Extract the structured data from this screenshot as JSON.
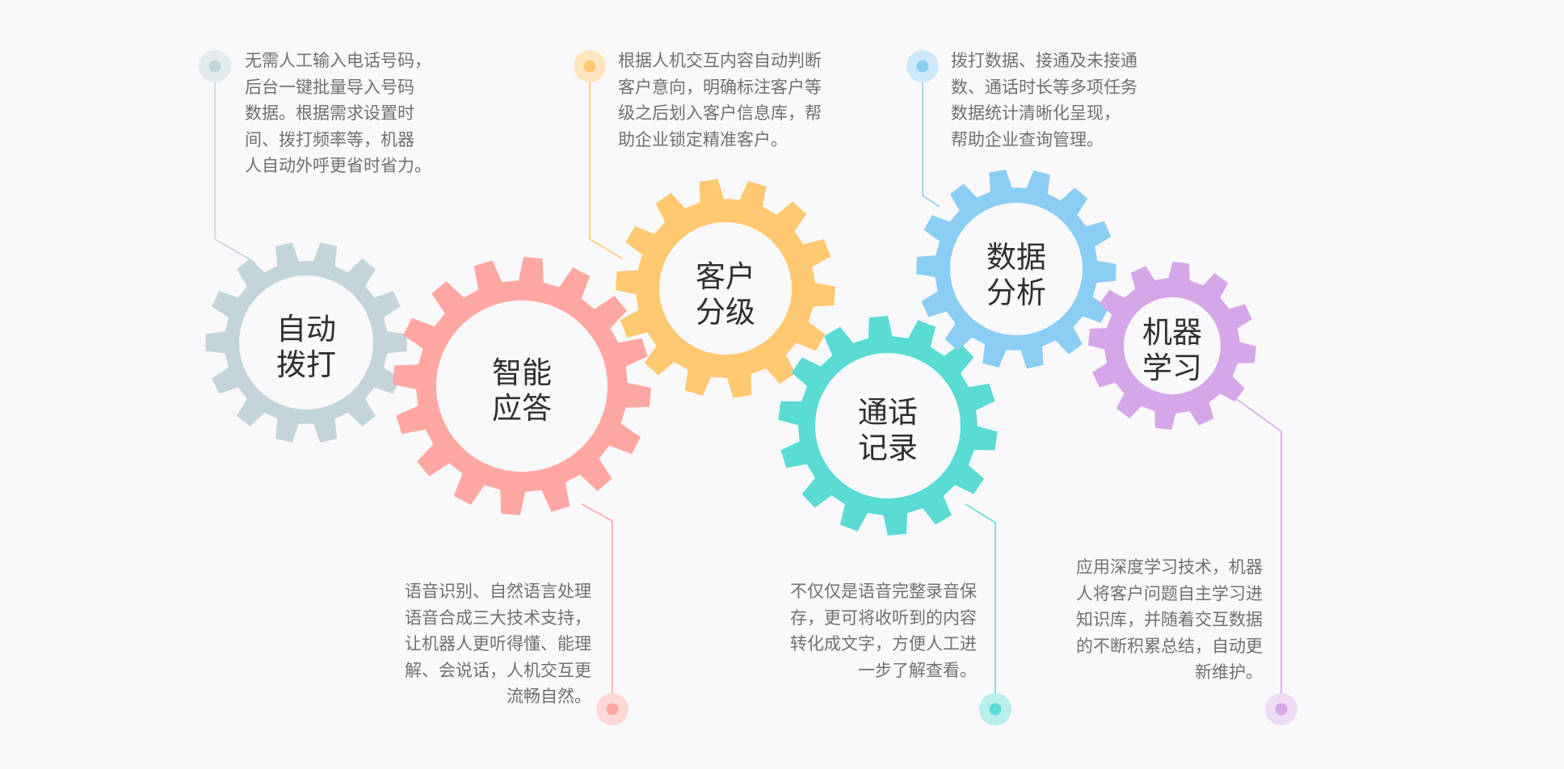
{
  "features": [
    {
      "id": "auto-dial",
      "name_line1": "自动",
      "name_line2": "拨打",
      "color": "#c3d5da",
      "dot_outer": "#e3ebee",
      "dot_inner": "#c3d5da",
      "desc_lines": [
        "无需人工输入电话号码，",
        "后台一键批量导入号码",
        "数据。根据需求设置时",
        "间、拨打频率等，机器",
        "人自动外呼更省时省力。"
      ]
    },
    {
      "id": "smart-reply",
      "name_line1": "智能",
      "name_line2": "应答",
      "color": "#ffa8a3",
      "dot_outer": "#ffd8d5",
      "dot_inner": "#ffa8a3",
      "desc_lines": [
        "语音识别、自然语言处理",
        "语音合成三大技术支持，",
        "让机器人更听得懂、能理",
        "解、会说话，人机交互更",
        "流畅自然。"
      ]
    },
    {
      "id": "customer-grading",
      "name_line1": "客户",
      "name_line2": "分级",
      "color": "#ffc871",
      "dot_outer": "#ffe6c1",
      "dot_inner": "#ffc871",
      "desc_lines": [
        "根据人机交互内容自动判断",
        "客户意向，明确标注客户等",
        "级之后划入客户信息库，帮",
        "助企业锁定精准客户。"
      ]
    },
    {
      "id": "call-record",
      "name_line1": "通话",
      "name_line2": "记录",
      "color": "#5adcd5",
      "dot_outer": "#b8eeeb",
      "dot_inner": "#5adcd5",
      "desc_lines": [
        "不仅仅是语音完整录音保",
        "存，更可将收听到的内容",
        "转化成文字，方便人工进",
        "一步了解查看。"
      ]
    },
    {
      "id": "data-analysis",
      "name_line1": "数据",
      "name_line2": "分析",
      "color": "#8ccef3",
      "dot_outer": "#cde9f9",
      "dot_inner": "#8ccef3",
      "desc_lines": [
        "拨打数据、接通及未接通",
        "数、通话时长等多项任务",
        "数据统计清晰化呈现，",
        "帮助企业查询管理。"
      ]
    },
    {
      "id": "machine-learning",
      "name_line1": "机器",
      "name_line2": "学习",
      "color": "#d5a7e8",
      "dot_outer": "#eedcf5",
      "dot_inner": "#d5a7e8",
      "desc_lines": [
        "应用深度学习技术，机器",
        "人将客户问题自主学习进",
        "知识库，并随着交互数据",
        "的不断积累总结，自动更",
        "新维护。"
      ]
    }
  ]
}
